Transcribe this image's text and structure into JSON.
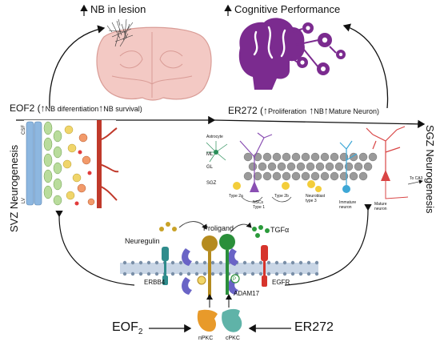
{
  "top_labels": {
    "nb_lesion": "NB in lesion",
    "cognitive": "Cognitive Performance"
  },
  "eof2_effect": {
    "prefix": "EOF2 (",
    "nb_diff": "NB diferentiation",
    "nb_surv": "NB survival)"
  },
  "er272_effect": {
    "prefix": "ER272 (",
    "prolif": "Proliferation",
    "nb": "NB",
    "mature": "Mature Neuron)"
  },
  "side_labels": {
    "svz": "SVZ Neurogenesis",
    "sgz": "SGZ Neurogenesis"
  },
  "svz_panel": {
    "csf": "CSF",
    "lv": "LV"
  },
  "sgz_panel": {
    "astrocyte": "Astrocyte",
    "ml": "ML",
    "gl": "GL",
    "sgz": "SGZ",
    "type2a": "Type 2a",
    "nscs": "NSCs Type 1",
    "type2b": "Type 2b",
    "neuroblast": "Neuroblast type 3",
    "immature": "Immature neuron",
    "mature": "Mature neuron",
    "ca3": "To CA3"
  },
  "membrane": {
    "neuregulin": "Neuregulin",
    "proligand": "Proligand",
    "tgfa": "TGFα",
    "erbb4": "ERBB4",
    "adam17": "ADAM17",
    "egfr": "EGFR",
    "npkc": "nPKC",
    "cpkc": "cPKC"
  },
  "bottom_labels": {
    "eof2_base": "EOF",
    "eof2_sub": "2",
    "er272": "ER272"
  },
  "colors": {
    "brain": "#f3c9c4",
    "cognitive": "#7b2b8f",
    "erbb4": "#2f8c8c",
    "adam17": "#2a8f3a",
    "proligand": "#b58b1f",
    "egfr": "#d6342c",
    "kinase_n": "#e89a2a",
    "kinase_c": "#5fb3a8",
    "membrane": "#7a8fa8"
  }
}
